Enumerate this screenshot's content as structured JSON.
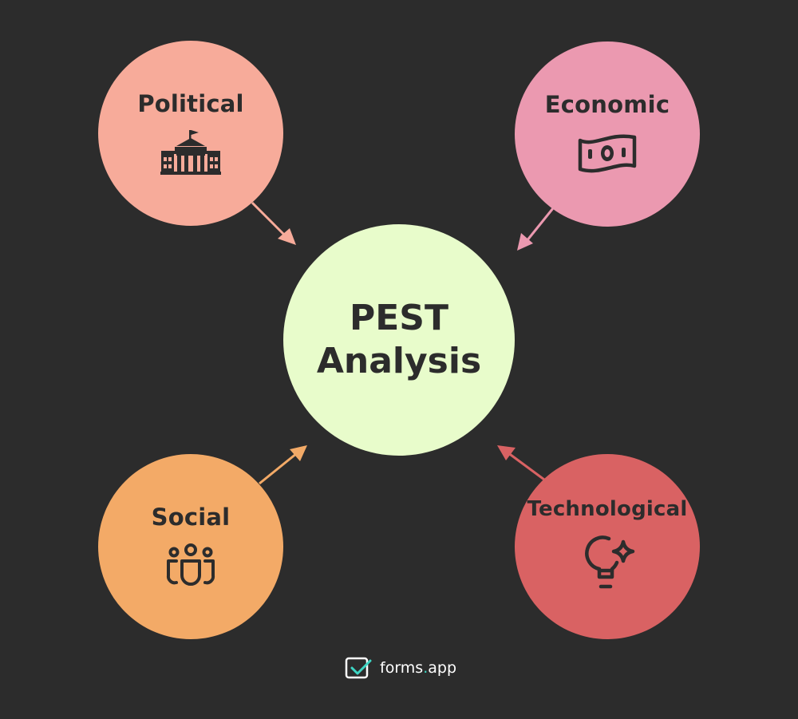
{
  "diagram": {
    "center": {
      "line1": "PEST",
      "line2": "Analysis"
    },
    "nodes": {
      "political": {
        "label": "Political",
        "icon": "government-building-icon",
        "color": "#f7ab9a"
      },
      "economic": {
        "label": "Economic",
        "icon": "banknote-icon",
        "color": "#eb99b0"
      },
      "social": {
        "label": "Social",
        "icon": "people-group-icon",
        "color": "#f3aa67"
      },
      "technological": {
        "label": "Technological",
        "icon": "lightbulb-sparkle-icon",
        "color": "#d96263"
      }
    },
    "center_color": "#e8fccb",
    "background_color": "#2c2c2c"
  },
  "brand": {
    "name": "forms",
    "suffix": "app",
    "dot": "."
  }
}
